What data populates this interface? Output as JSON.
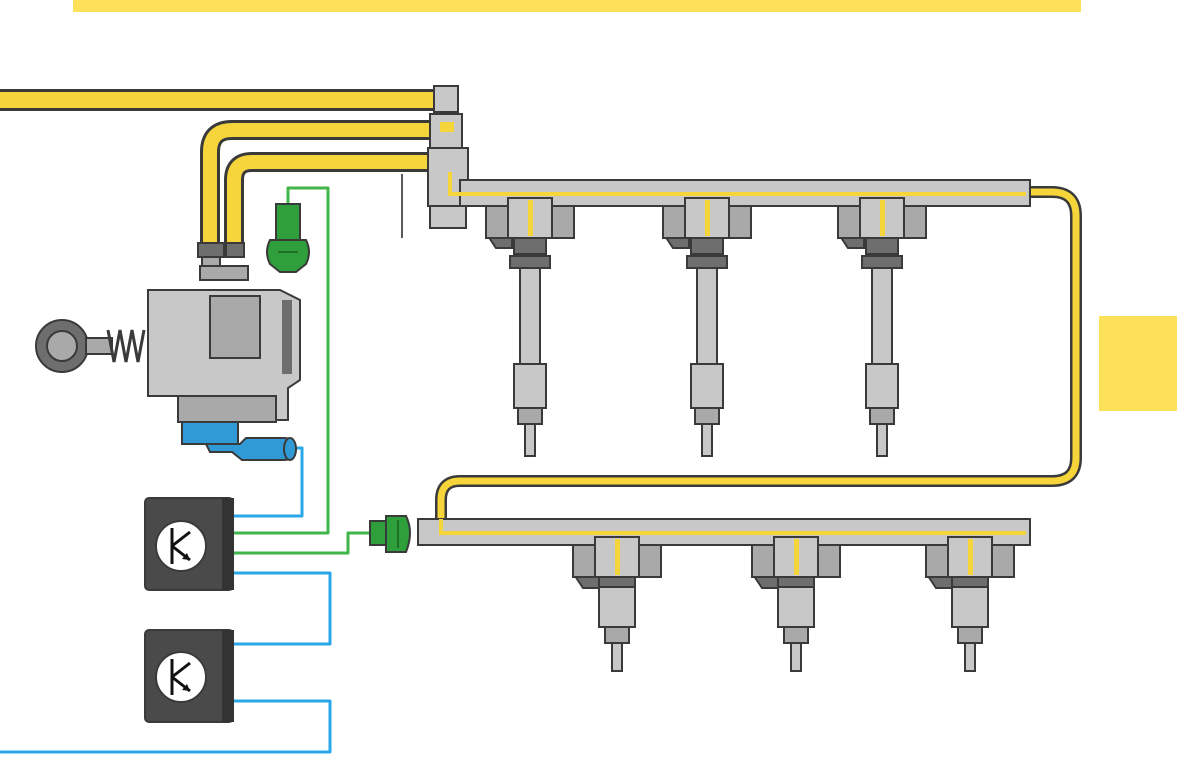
{
  "colors": {
    "background": "#ffffff",
    "fuel_yellow": "#f5d53a",
    "fuel_highlight": "#fbe46a",
    "tab_yellow": "#fde15a",
    "metal_light": "#c8c8c8",
    "metal_mid": "#a9a9a9",
    "metal_dark": "#6e6e6e",
    "outline": "#3a3a3a",
    "sensor_green": "#2e9f3a",
    "signal_green": "#3fb54a",
    "valve_blue": "#2f9ad6",
    "signal_blue": "#2aa7e8",
    "module_dark": "#4a4a4a"
  },
  "components": {
    "banner": "yellow-banner",
    "side_tab": "yellow-side-tab",
    "pump": "high-pressure-fuel-pump",
    "pressure_sensor_top": "fuel-pressure-sensor",
    "pressure_sensor_bottom": "fuel-pressure-sensor",
    "upper_rail": "fuel-rail",
    "lower_rail": "fuel-rail",
    "control_unit_top": "control-module",
    "control_unit_bottom": "control-module"
  }
}
